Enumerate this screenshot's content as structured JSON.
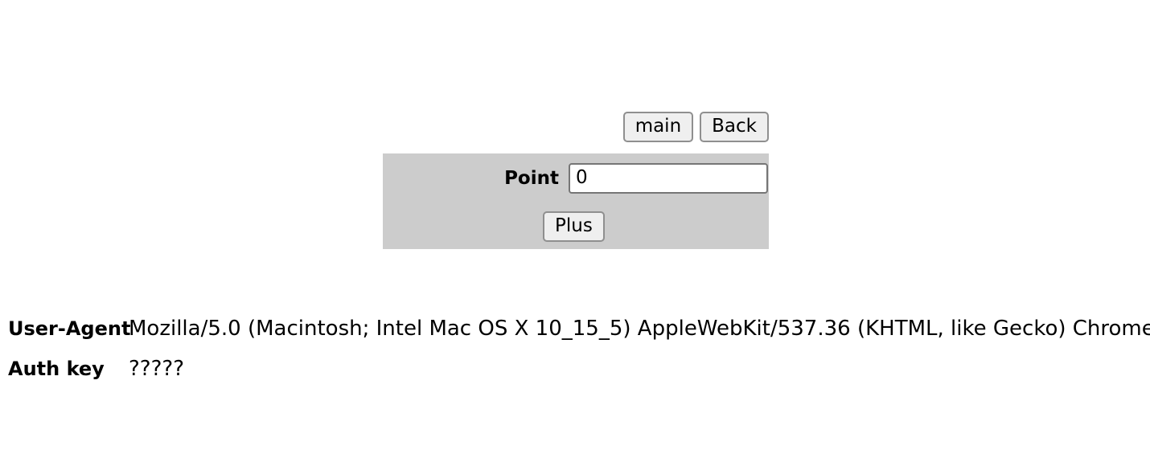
{
  "nav": {
    "main_label": "main",
    "back_label": "Back"
  },
  "form": {
    "point_label": "Point",
    "point_value": "0",
    "point_placeholder": "",
    "submit_label": "Plus",
    "panel_color": "#cccccc"
  },
  "info": {
    "user_agent_label": "User-Agent",
    "user_agent_value": "Mozilla/5.0 (Macintosh; Intel Mac OS X 10_15_5) AppleWebKit/537.36 (KHTML, like Gecko) Chrome",
    "auth_key_label": "Auth key",
    "auth_key_value": "?????"
  }
}
